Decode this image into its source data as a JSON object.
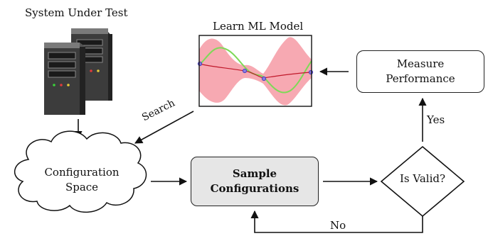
{
  "labels": {
    "system_under_test": "System Under Test",
    "learn_ml_model": "Learn ML Model",
    "measure_line1": "Measure",
    "measure_line2": "Performance",
    "search": "Search",
    "config_line1": "Configuration",
    "config_line2": "Space",
    "sample_line1": "Sample",
    "sample_line2": "Configurations",
    "is_valid": "Is Valid?",
    "yes": "Yes",
    "no": "No"
  },
  "colors": {
    "uncertainty_band": "#f7a9b2",
    "mean_curve": "#c0182a",
    "true_function": "#7ed957",
    "sample_points": "#4b3fbf",
    "sample_box_fill": "#e6e6e6",
    "server_body": "#3c3c3c"
  },
  "icons": [
    "server-icon",
    "cloud-shape",
    "decision-diamond"
  ]
}
